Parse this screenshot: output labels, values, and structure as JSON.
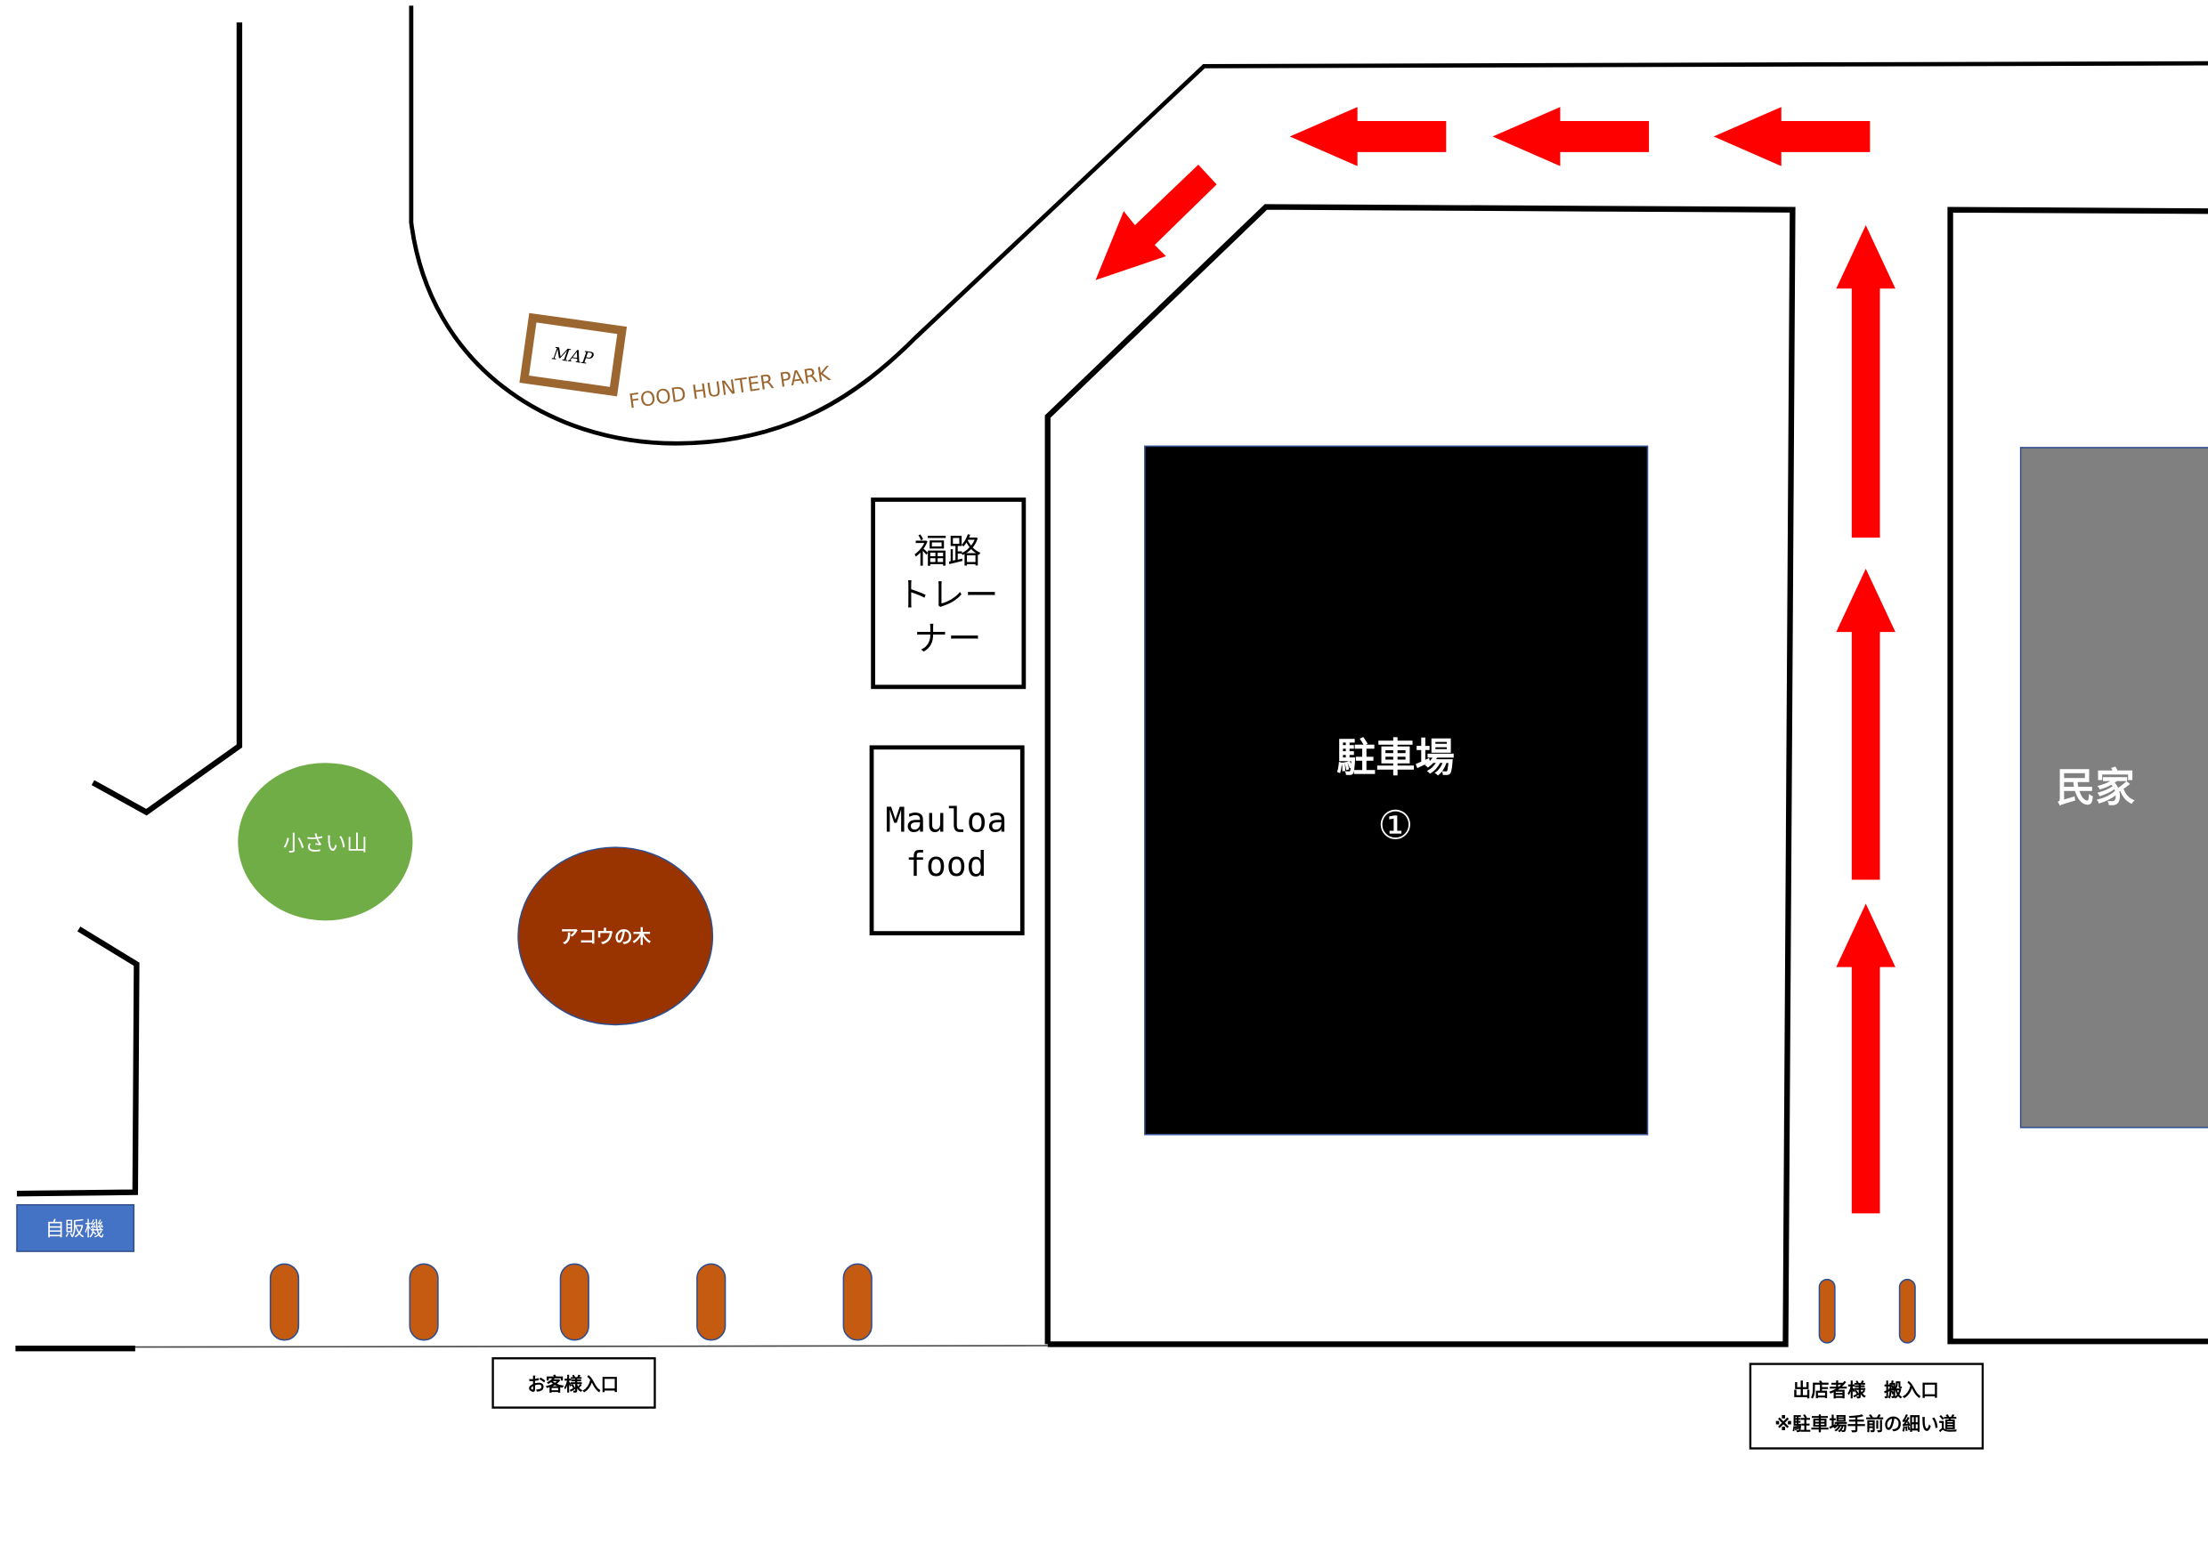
{
  "map": {
    "park_name": "FOOD HUNTER PARK",
    "map_sign": "MAP",
    "shop1": {
      "line1": "福路",
      "line2": "トレー",
      "line3": "ナー"
    },
    "shop2": {
      "line1": "Mauloa",
      "line2": "food"
    },
    "parking": {
      "label": "駐車場",
      "number": "①"
    },
    "house": "民家",
    "hill": "小さい山",
    "tree": "アコウの木",
    "vending": "自販機",
    "customer_entrance": "お客様入口",
    "vendor_entrance": {
      "line1": "出店者様　搬入口",
      "line2": "※駐車場手前の細い道"
    }
  },
  "colors": {
    "arrow": "#ff0000",
    "hill": "#70ad47",
    "tree": "#993300",
    "bollard": "#c55a11",
    "vending": "#4472c4",
    "house": "#808080",
    "sign": "#9c6630"
  }
}
